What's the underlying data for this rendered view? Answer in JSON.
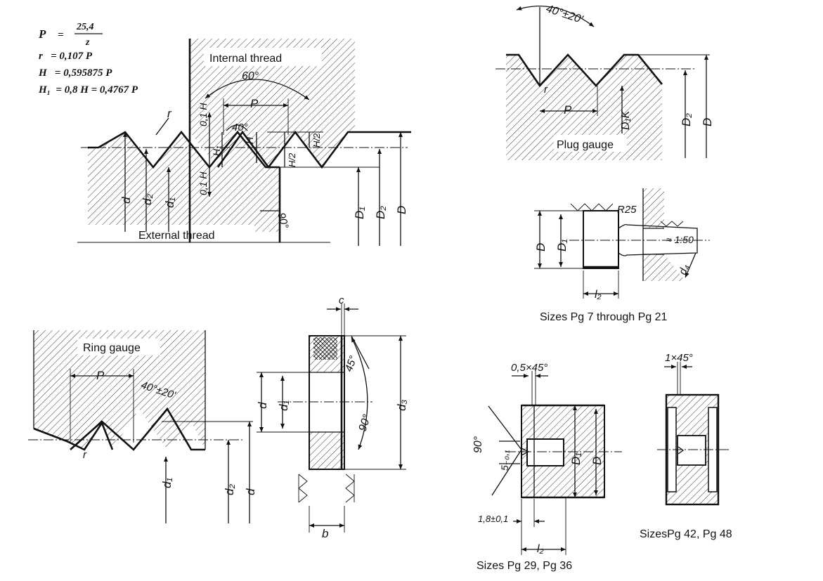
{
  "formulas": {
    "p_lhs": "P",
    "p_eq": "=",
    "p_num": "25,4",
    "p_den": "z",
    "r": "r   = 0,107 P",
    "h": "H   = 0,595875 P",
    "h1": "H₁  = 0,8 H = 0,4767 P"
  },
  "thread_profile": {
    "internal_label": "Internal thread",
    "external_label": "External thread",
    "flank_angle": "60°",
    "half_angle": "40°",
    "pitch": "P",
    "radius": "r",
    "right_angle": "90°",
    "dims": [
      "0,1 H",
      "H₁",
      "H",
      "H/2",
      "H/2",
      "0,1 H",
      "d",
      "d₂",
      "d₁",
      "D₁",
      "D₂",
      "D"
    ]
  },
  "plug_gauge": {
    "label": "Plug gauge",
    "angle": "40°±20'",
    "pitch": "P",
    "radius": "r",
    "dims": [
      "D₁K",
      "D₂",
      "D"
    ]
  },
  "plug_small": {
    "radius": "R25",
    "taper": "≈ 1:50",
    "dims": [
      "D",
      "D₁",
      "l₂",
      "d₄"
    ],
    "caption": "Sizes Pg 7 through Pg 21"
  },
  "ring_gauge": {
    "label": "Ring gauge",
    "pitch": "P",
    "angle": "40°±20'",
    "radius": "r",
    "dims": [
      "d₁",
      "d₂",
      "d"
    ]
  },
  "ring_section": {
    "dims": [
      "c",
      "45°",
      "90°",
      "d",
      "d₁",
      "d₃",
      "b"
    ]
  },
  "plug_large": {
    "chamfer": "0,5×45°",
    "angle": "90°",
    "hole": "5₋₀,₁",
    "offset": "1,8±0,1",
    "dims": [
      "D₁",
      "D",
      "l₂"
    ],
    "caption": "Sizes Pg 29, Pg 36"
  },
  "plug_xl": {
    "chamfer": "1×45°",
    "caption": "SizesPg 42, Pg 48"
  }
}
